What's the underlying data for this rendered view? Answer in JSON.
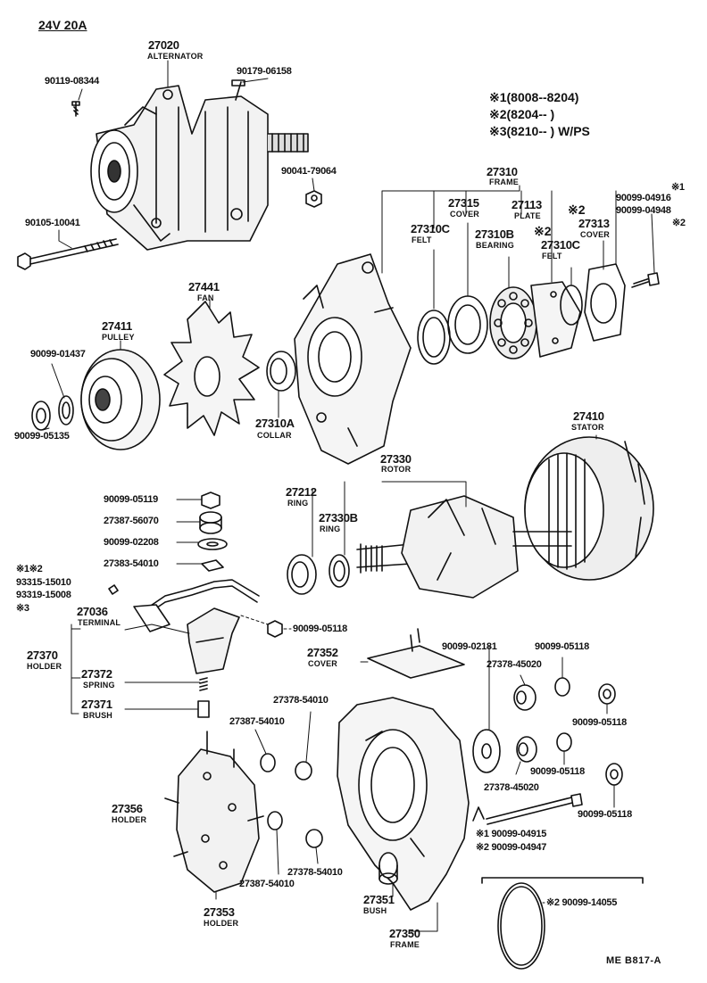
{
  "header": {
    "title": "24V 20A"
  },
  "legend": [
    {
      "text": "※1(8008--8204)"
    },
    {
      "text": "※2(8204--        )"
    },
    {
      "text": "※3(8210--        ) W/PS"
    }
  ],
  "parts": {
    "alternator": {
      "num": "27020",
      "name": "ALTERNATOR"
    },
    "bolt_90119": {
      "num": "90119-08344"
    },
    "bolt_90179": {
      "num": "90179-06158"
    },
    "nut_90041": {
      "num": "90041-79064"
    },
    "bolt_90105": {
      "num": "90105-10041"
    },
    "frame_27310": {
      "num": "27310",
      "name": "FRAME"
    },
    "cover_27315": {
      "num": "27315",
      "name": "COVER"
    },
    "plate_27113": {
      "num": "27113",
      "name": "PLATE"
    },
    "screw_04916": {
      "num": "90099-04916",
      "mark": "※1"
    },
    "screw_04948": {
      "num": "90099-04948",
      "mark": "※2"
    },
    "felt_27310c_a": {
      "num": "27310C",
      "name": "FELT"
    },
    "bearing_27310b": {
      "num": "27310B",
      "name": "BEARING"
    },
    "cover_27313": {
      "num": "27313",
      "name": "COVER",
      "mark": "※2"
    },
    "felt_27310c_b": {
      "num": "27310C",
      "name": "FELT",
      "mark": "※2"
    },
    "fan_27441": {
      "num": "27441",
      "name": "FAN"
    },
    "pulley_27411": {
      "num": "27411",
      "name": "PULLEY"
    },
    "washer_01437": {
      "num": "90099-01437"
    },
    "nut_05135": {
      "num": "90099-05135"
    },
    "collar_27310a": {
      "num": "27310A",
      "name": "COLLAR"
    },
    "stator_27410": {
      "num": "27410",
      "name": "STATOR"
    },
    "rotor_27330": {
      "num": "27330",
      "name": "ROTOR"
    },
    "ring_27212": {
      "num": "27212",
      "name": "RING"
    },
    "ring_27330b": {
      "num": "27330B",
      "name": "RING"
    },
    "nut_05119": {
      "num": "90099-05119"
    },
    "ins_56070": {
      "num": "27387-56070"
    },
    "washer_02208": {
      "num": "90099-02208"
    },
    "plate_54010": {
      "num": "27383-54010"
    },
    "marks_93315": {
      "mark": "※1※2"
    },
    "term_93315": {
      "num": "93315-15010"
    },
    "term_93319": {
      "num": "93319-15008"
    },
    "marks_93319": {
      "mark": "※3"
    },
    "terminal_27036": {
      "num": "27036",
      "name": "TERMINAL"
    },
    "nut_05118_a": {
      "num": "90099-05118"
    },
    "holder_27370": {
      "num": "27370",
      "name": "HOLDER"
    },
    "spring_27372": {
      "num": "27372",
      "name": "SPRING"
    },
    "brush_27371": {
      "num": "27371",
      "name": "BRUSH"
    },
    "cover_27352": {
      "num": "27352",
      "name": "COVER"
    },
    "washer_02181": {
      "num": "90099-02181"
    },
    "nut_05118_b": {
      "num": "90099-05118"
    },
    "ins_45020_a": {
      "num": "27378-45020"
    },
    "ins_54010_a": {
      "num": "27378-54010"
    },
    "ins_27387_a": {
      "num": "27387-54010"
    },
    "nut_05118_c": {
      "num": "90099-05118"
    },
    "nut_05118_d": {
      "num": "90099-05118"
    },
    "ins_45020_b": {
      "num": "27378-45020"
    },
    "nut_05118_e": {
      "num": "90099-05118"
    },
    "holder_27356": {
      "num": "27356",
      "name": "HOLDER"
    },
    "bolt_04915": {
      "num": "※1 90099-04915"
    },
    "bolt_04947": {
      "num": "※2 90099-04947"
    },
    "ins_54010_b": {
      "num": "27378-54010"
    },
    "ins_27387_b": {
      "num": "27387-54010"
    },
    "bush_27351": {
      "num": "27351",
      "name": "BUSH"
    },
    "oring_14055": {
      "num": "※2 90099-14055"
    },
    "holder_27353": {
      "num": "27353",
      "name": "HOLDER"
    },
    "frame_27350": {
      "num": "27350",
      "name": "FRAME"
    }
  },
  "footer": {
    "code": "ME  B817-A"
  }
}
